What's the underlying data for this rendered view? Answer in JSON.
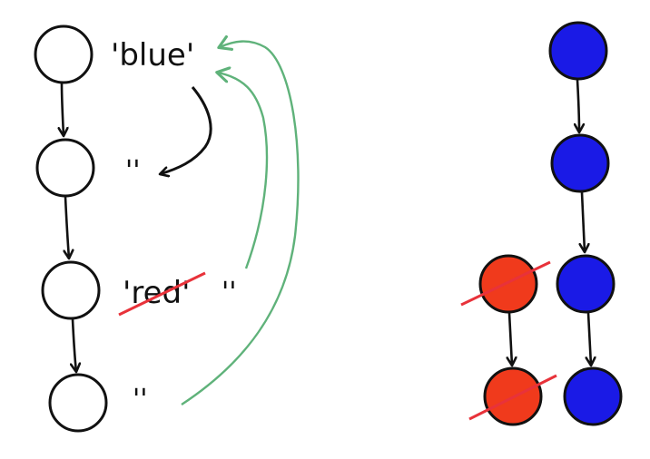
{
  "colors": {
    "stroke": "#111111",
    "empty_fill": "#ffffff",
    "blue": "#1a1ae6",
    "red": "#f03a1c",
    "strike": "#e8323a",
    "green": "#5fb27a"
  },
  "left_chain": {
    "labels": {
      "n1": "'blue'",
      "n2": "''",
      "n3_old": "'red'",
      "n3_new": "''",
      "n4": "''"
    }
  },
  "right_diagram": {
    "blue_nodes": 4,
    "red_nodes": 2,
    "red_crossed_out": true
  }
}
